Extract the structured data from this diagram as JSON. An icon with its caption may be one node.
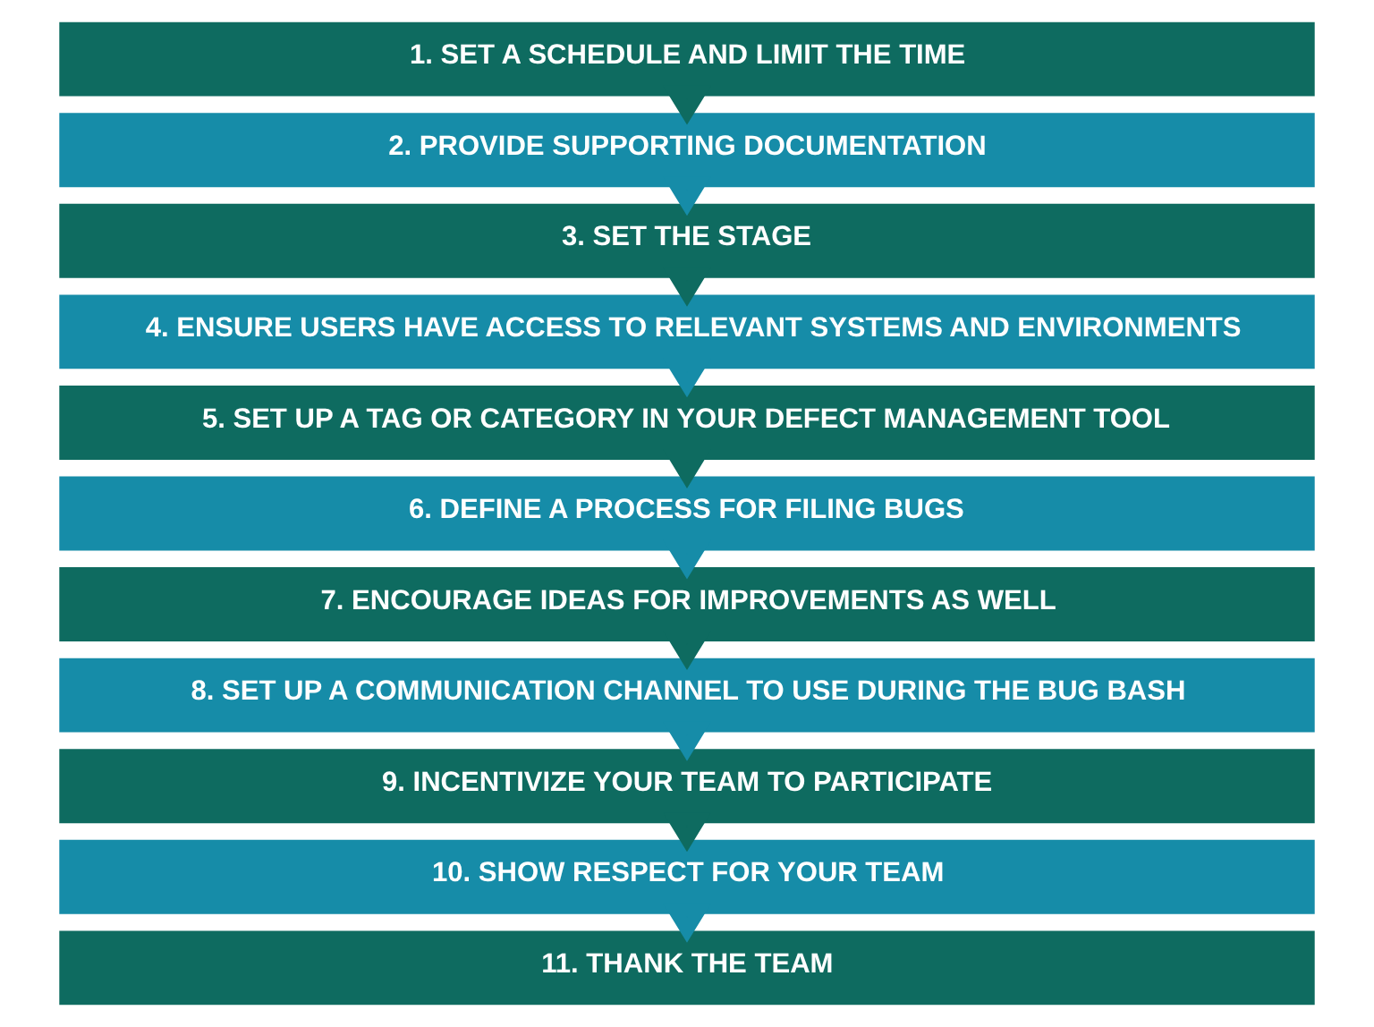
{
  "diagram": {
    "nodes": [
      {
        "text": [
          "1. SET A SCHEDULE AND LIMIT THE TIME"
        ]
      },
      {
        "text": [
          "2. PROVIDE SUPPORTING DOCUMENTATION"
        ]
      },
      {
        "text": [
          "3. SET THE STAGE"
        ]
      },
      {
        "text": [
          "4. ENSURE USERS HAVE ACCESS TO RELEVANT SYSTEMS AND ENVIRONMENTS"
        ]
      },
      {
        "text": [
          "5. SET UP A TAG OR CATEGORY IN YOUR DEFECT MANAGEMENT TOOL"
        ]
      },
      {
        "text": [
          "6. DEFINE A PROCESS FOR FILING BUGS"
        ]
      },
      {
        "text": [
          "7. ENCOURAGE IDEAS FOR IMPROVEMENTS AS WELL"
        ]
      },
      {
        "text": [
          "8. SET UP A COMMUNICATION CHANNEL TO USE DURING THE BUG BASH"
        ]
      },
      {
        "text": [
          "9. INCENTIVIZE YOUR TEAM TO PARTICIPATE"
        ]
      },
      {
        "text": [
          "10. SHOW RESPECT FOR YOUR TEAM"
        ]
      },
      {
        "text": [
          "11. THANK THE TEAM"
        ]
      }
    ],
    "edges": [
      {
        "from": 0,
        "to": 1,
        "arrow": "to"
      },
      {
        "from": 1,
        "to": 2,
        "arrow": "to"
      },
      {
        "from": 2,
        "to": 3,
        "arrow": "to"
      },
      {
        "from": 3,
        "to": 4,
        "arrow": "to"
      },
      {
        "from": 4,
        "to": 5,
        "arrow": "to"
      },
      {
        "from": 5,
        "to": 6,
        "arrow": "to"
      },
      {
        "from": 6,
        "to": 7,
        "arrow": "to"
      },
      {
        "from": 7,
        "to": 8,
        "arrow": "to"
      },
      {
        "from": 8,
        "to": 9,
        "arrow": "to"
      },
      {
        "from": 9,
        "to": 10,
        "arrow": "to"
      }
    ]
  }
}
